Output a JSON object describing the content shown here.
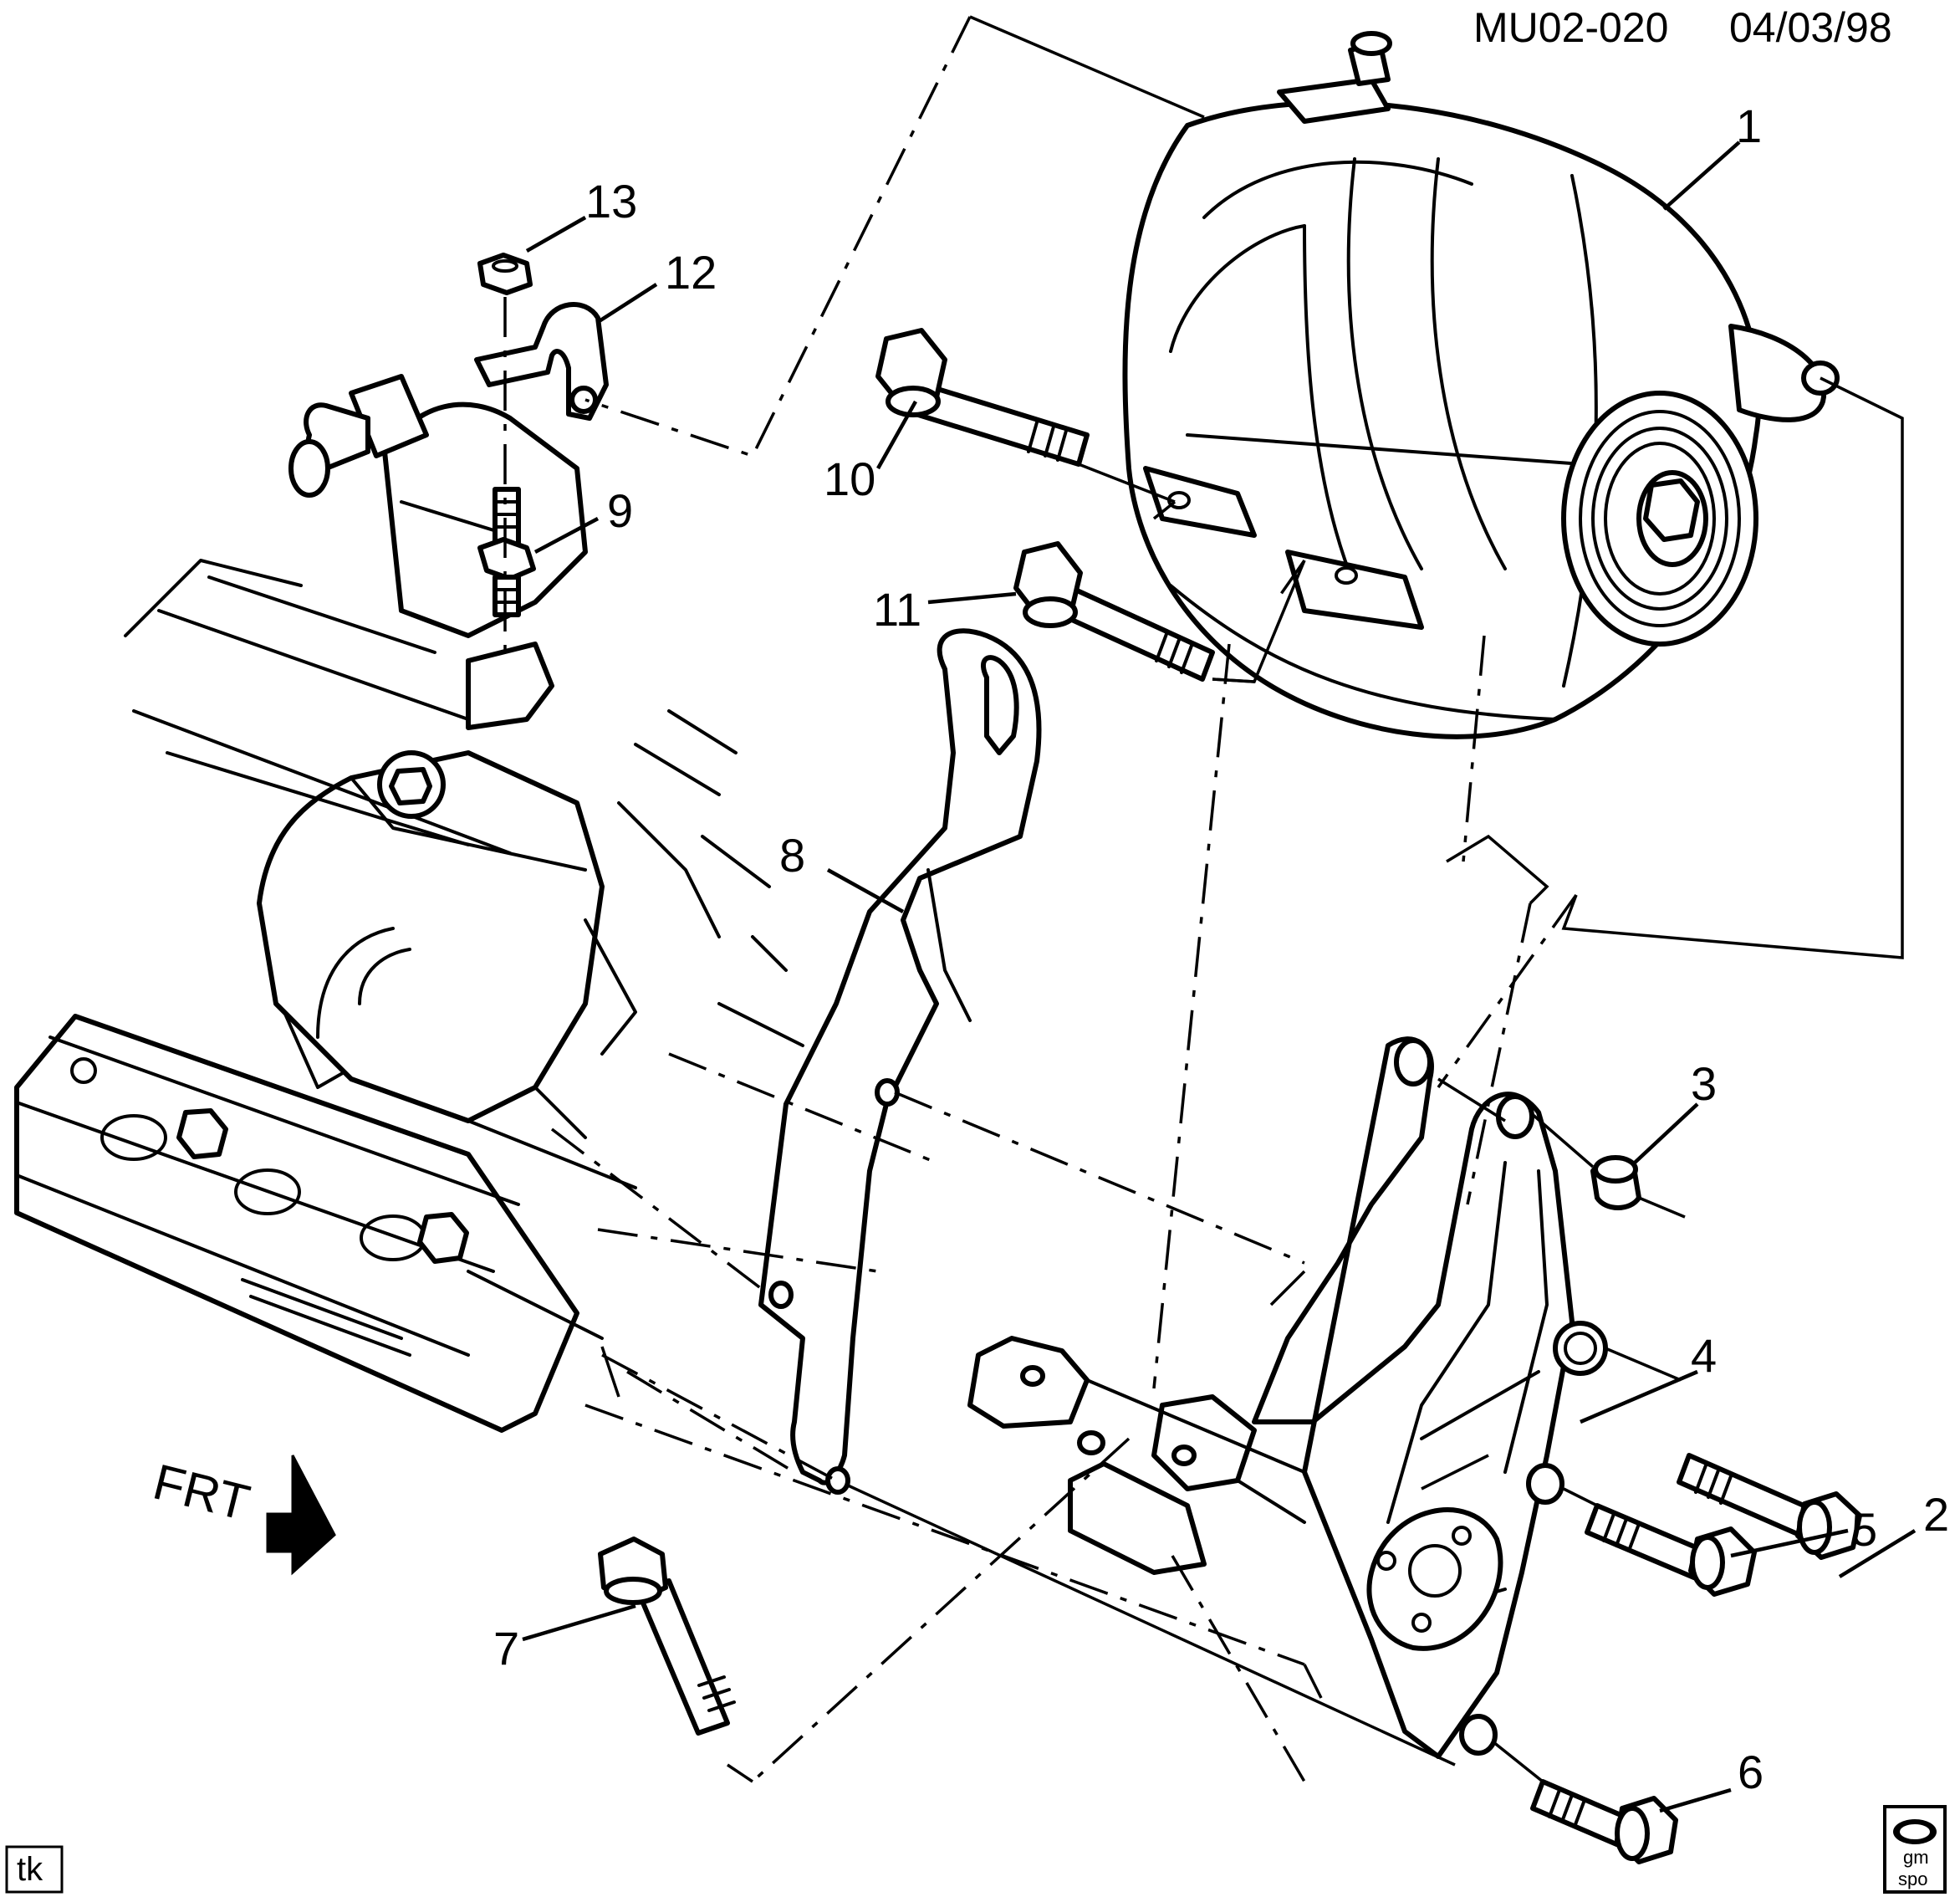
{
  "header": {
    "drawing_id": "MU02-020",
    "date": "04/03/98"
  },
  "callouts": [
    "1",
    "2",
    "3",
    "4",
    "5",
    "6",
    "7",
    "8",
    "9",
    "10",
    "11",
    "12",
    "13"
  ],
  "direction": {
    "label": "FRT"
  },
  "footer": {
    "initials": "tk",
    "logo_line1": "gm",
    "logo_line2": "spo"
  }
}
